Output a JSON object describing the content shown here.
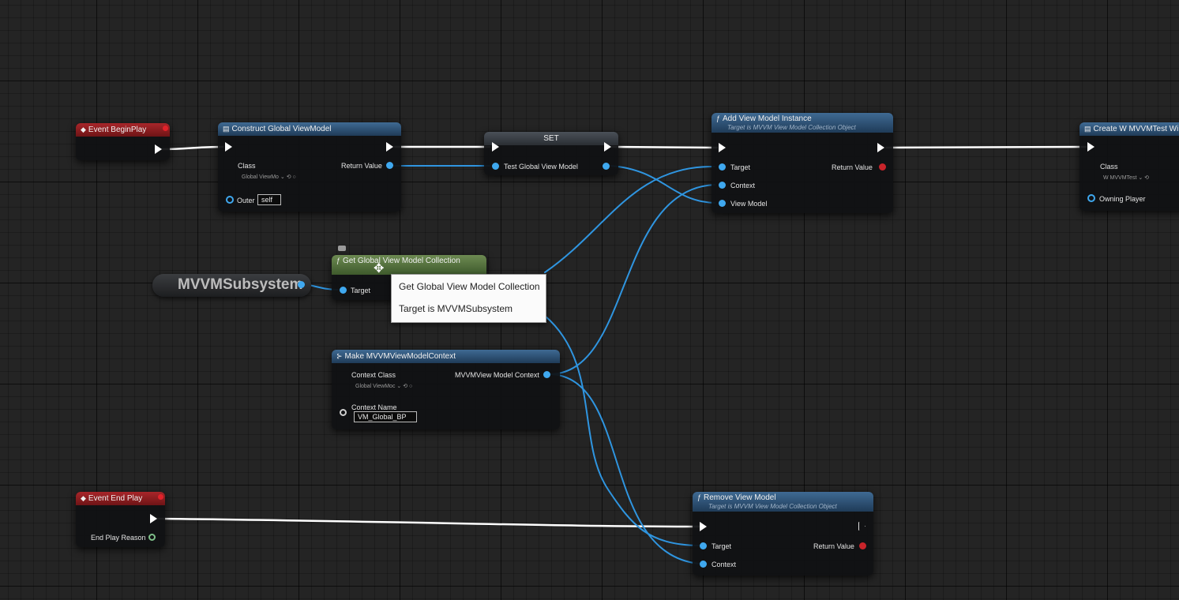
{
  "graph": {
    "event_begin_play": {
      "title": "Event BeginPlay"
    },
    "construct_node": {
      "title": "Construct Global ViewModel",
      "class_label": "Class",
      "class_value": "Global ViewMo",
      "return_label": "Return Value",
      "outer_label": "Outer",
      "outer_value": "self"
    },
    "set_node": {
      "title": "SET",
      "pin_label": "Test Global View Model"
    },
    "add_vm_node": {
      "title": "Add View Model Instance",
      "subtitle": "Target is MVVM View Model Collection Object",
      "target_label": "Target",
      "context_label": "Context",
      "view_model_label": "View Model",
      "return_label": "Return Value"
    },
    "create_widget_node": {
      "title": "Create W MVVMTest Wi",
      "class_label": "Class",
      "class_value": "W MVVMTest",
      "owning_player_label": "Owning Player"
    },
    "subsystem_var": {
      "label": "MVVMSubsystem"
    },
    "get_collection_node": {
      "title": "Get Global View Model Collection",
      "target_label": "Target"
    },
    "tooltip": {
      "line1": "Get Global View Model Collection",
      "line2": "Target is MVVMSubsystem"
    },
    "make_context_node": {
      "title": "Make MVVMViewModelContext",
      "class_label": "Context Class",
      "class_value": "Global ViewMoc",
      "out_label": "MVVMView Model Context",
      "name_label": "Context Name",
      "name_value": "VM_Global_BP"
    },
    "event_end_play": {
      "title": "Event End Play",
      "reason_label": "End Play Reason"
    },
    "remove_vm_node": {
      "title": "Remove View Model",
      "subtitle": "Target is MVVM View Model Collection Object",
      "target_label": "Target",
      "context_label": "Context",
      "return_label": "Return Value"
    }
  },
  "colors": {
    "exec_wire": "#ffffff",
    "object_wire": "#2f95e0",
    "background": "#242424"
  }
}
